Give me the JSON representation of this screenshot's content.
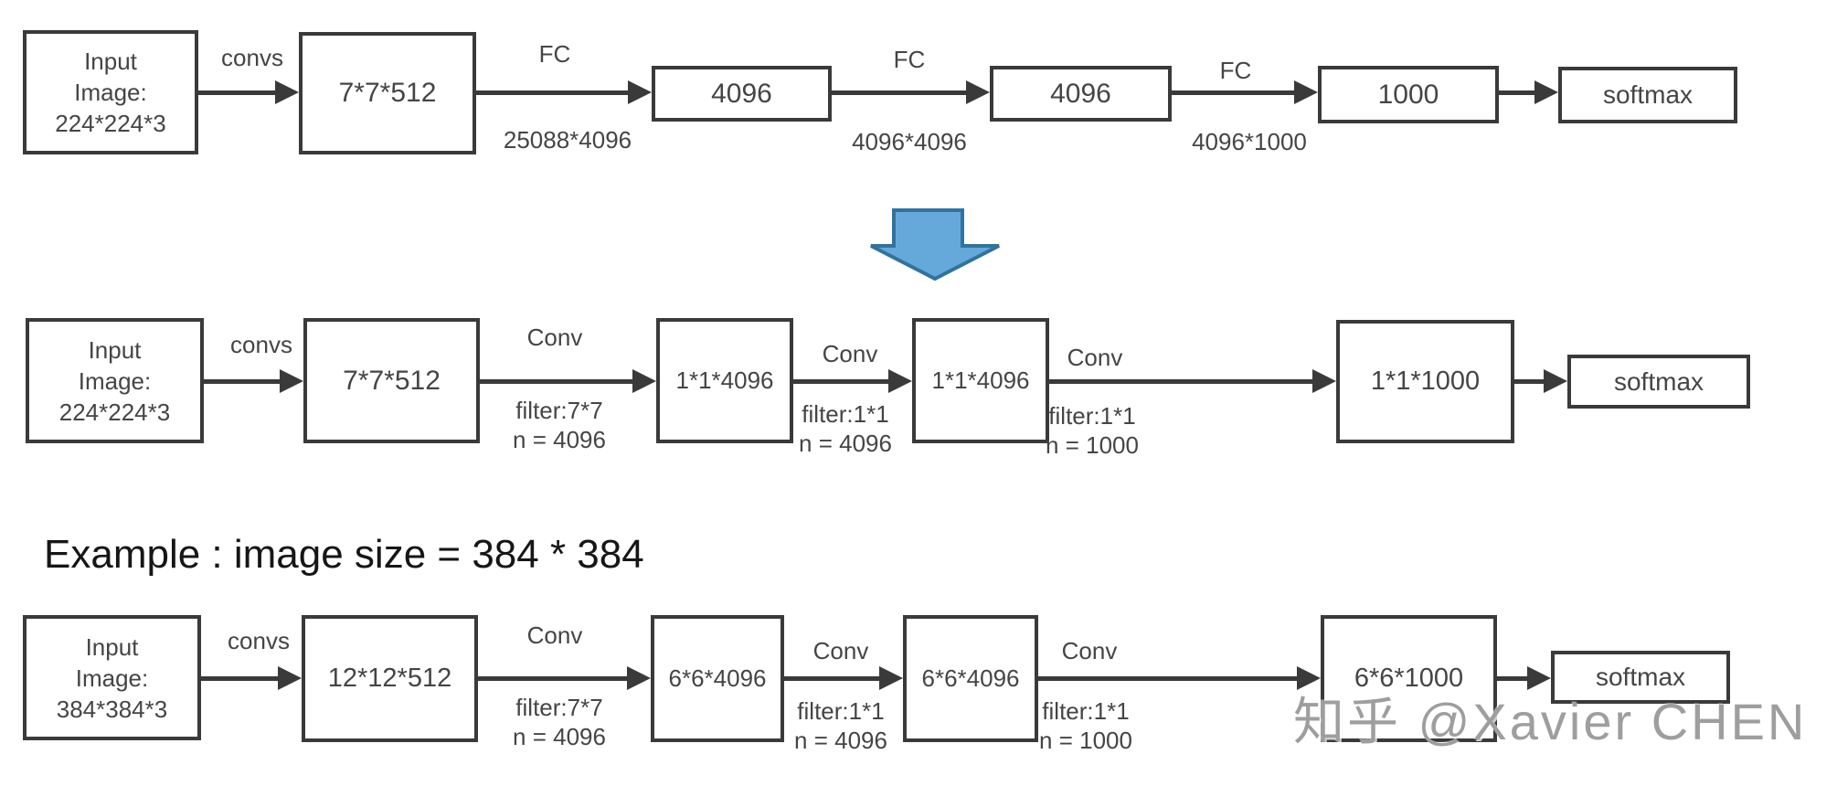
{
  "colors": {
    "line": "#3a3a3a",
    "box_text": "#454545",
    "transform_arrow_fill": "#64a9da",
    "transform_arrow_stroke": "#31739f",
    "watermark": "#9e9e9e"
  },
  "example_caption": "Example : image  size = 384 * 384",
  "watermark": "知乎 @Xavier CHEN",
  "rows": [
    {
      "name": "fc-network",
      "input": {
        "lines": [
          "Input",
          "Image:",
          "224*224*3"
        ]
      },
      "convs_label": "convs",
      "nodes": [
        "7*7*512",
        "4096",
        "4096",
        "1000",
        "softmax"
      ],
      "edges": [
        {
          "top": "FC",
          "sub": [
            "25088*4096"
          ]
        },
        {
          "top": "FC",
          "sub": [
            "4096*4096"
          ]
        },
        {
          "top": "FC",
          "sub": [
            "4096*1000"
          ]
        }
      ]
    },
    {
      "name": "fully-conv-network",
      "input": {
        "lines": [
          "Input",
          "Image:",
          "224*224*3"
        ]
      },
      "convs_label": "convs",
      "nodes": [
        "7*7*512",
        "1*1*4096",
        "1*1*4096",
        "1*1*1000",
        "softmax"
      ],
      "edges": [
        {
          "top": "Conv",
          "sub": [
            "filter:7*7",
            "n = 4096"
          ]
        },
        {
          "top": "Conv",
          "sub": [
            "filter:1*1",
            "n = 4096"
          ]
        },
        {
          "top": "Conv",
          "sub": [
            "filter:1*1",
            "n = 1000"
          ]
        }
      ]
    },
    {
      "name": "example-384-network",
      "input": {
        "lines": [
          "Input",
          "Image:",
          "384*384*3"
        ]
      },
      "convs_label": "convs",
      "nodes": [
        "12*12*512",
        "6*6*4096",
        "6*6*4096",
        "6*6*1000",
        "softmax"
      ],
      "edges": [
        {
          "top": "Conv",
          "sub": [
            "filter:7*7",
            "n = 4096"
          ]
        },
        {
          "top": "Conv",
          "sub": [
            "filter:1*1",
            "n = 4096"
          ]
        },
        {
          "top": "Conv",
          "sub": [
            "filter:1*1",
            "n = 1000"
          ]
        }
      ]
    }
  ]
}
